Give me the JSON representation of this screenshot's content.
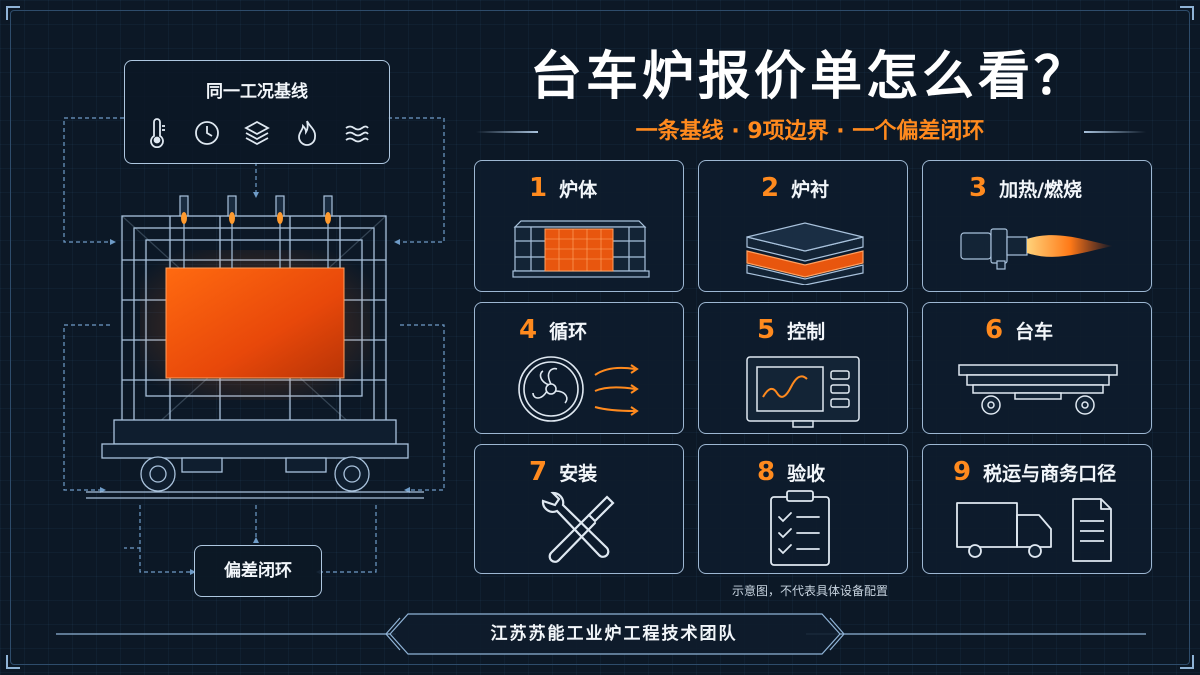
{
  "header": {
    "title": "台车炉报价单怎么看？",
    "subtitle": "一条基线 · 9项边界 · 一个偏差闭环"
  },
  "diagram": {
    "baseline_label": "同一工况基线",
    "baseline_icons": [
      "thermometer-icon",
      "clock-icon",
      "layers-icon",
      "flame-icon",
      "airflow-icon"
    ],
    "deviation_label": "偏差闭环"
  },
  "cards": [
    {
      "num": "1",
      "label": "炉体",
      "icon": "furnace-body-icon"
    },
    {
      "num": "2",
      "label": "炉衬",
      "icon": "lining-layers-icon"
    },
    {
      "num": "3",
      "label": "加热/燃烧",
      "icon": "burner-icon"
    },
    {
      "num": "4",
      "label": "循环",
      "icon": "fan-icon"
    },
    {
      "num": "5",
      "label": "控制",
      "icon": "control-panel-icon"
    },
    {
      "num": "6",
      "label": "台车",
      "icon": "trolley-icon"
    },
    {
      "num": "7",
      "label": "安装",
      "icon": "tools-icon"
    },
    {
      "num": "8",
      "label": "验收",
      "icon": "checklist-icon"
    },
    {
      "num": "9",
      "label": "税运与商务口径",
      "icon": "truck-document-icon"
    }
  ],
  "footer": {
    "note": "示意图，不代表具体设备配置",
    "team": "江苏苏能工业炉工程技术团队"
  },
  "colors": {
    "accent": "#ff8a1e",
    "background": "#0c1826",
    "line": "#9db7d2"
  }
}
